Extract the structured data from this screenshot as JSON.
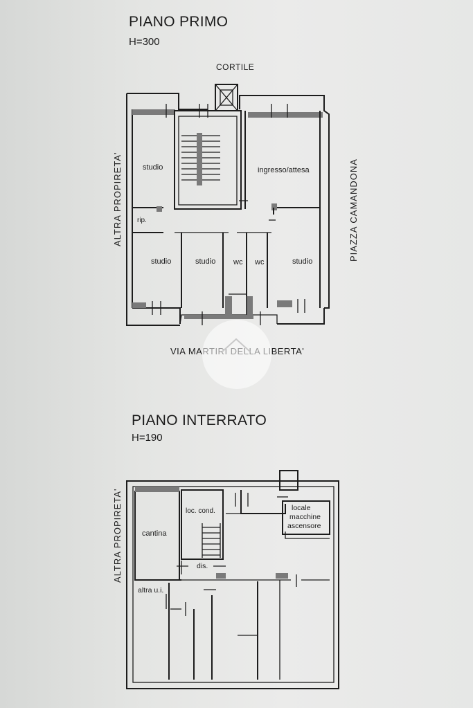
{
  "first_floor": {
    "title": "PIANO PRIMO",
    "height": "H=300",
    "north_label": "CORTILE",
    "west_label": "ALTRA PROPIRETA'",
    "east_label": "PIAZZA CAMANDONA",
    "south_label": "VIA MARTIRI DELLA LIBERTA'",
    "rooms": {
      "studio_nw": "studio",
      "ingresso": "ingresso/attesa",
      "rip": "rip.",
      "studio_sw": "studio",
      "studio_mid": "studio",
      "wc1": "wc",
      "wc2": "wc",
      "studio_se": "studio"
    }
  },
  "basement": {
    "title": "PIANO INTERRATO",
    "height": "H=190",
    "west_label": "ALTRA PROPIRETA'",
    "rooms": {
      "cantina": "cantina",
      "loc_cond": "loc. cond.",
      "locale_1": "locale",
      "locale_2": "macchine",
      "locale_3": "ascensore",
      "dis": "dis.",
      "altra_ui": "altra u.i."
    }
  },
  "colors": {
    "ink": "#1c1c1c",
    "paper": "#e6e7e6"
  }
}
